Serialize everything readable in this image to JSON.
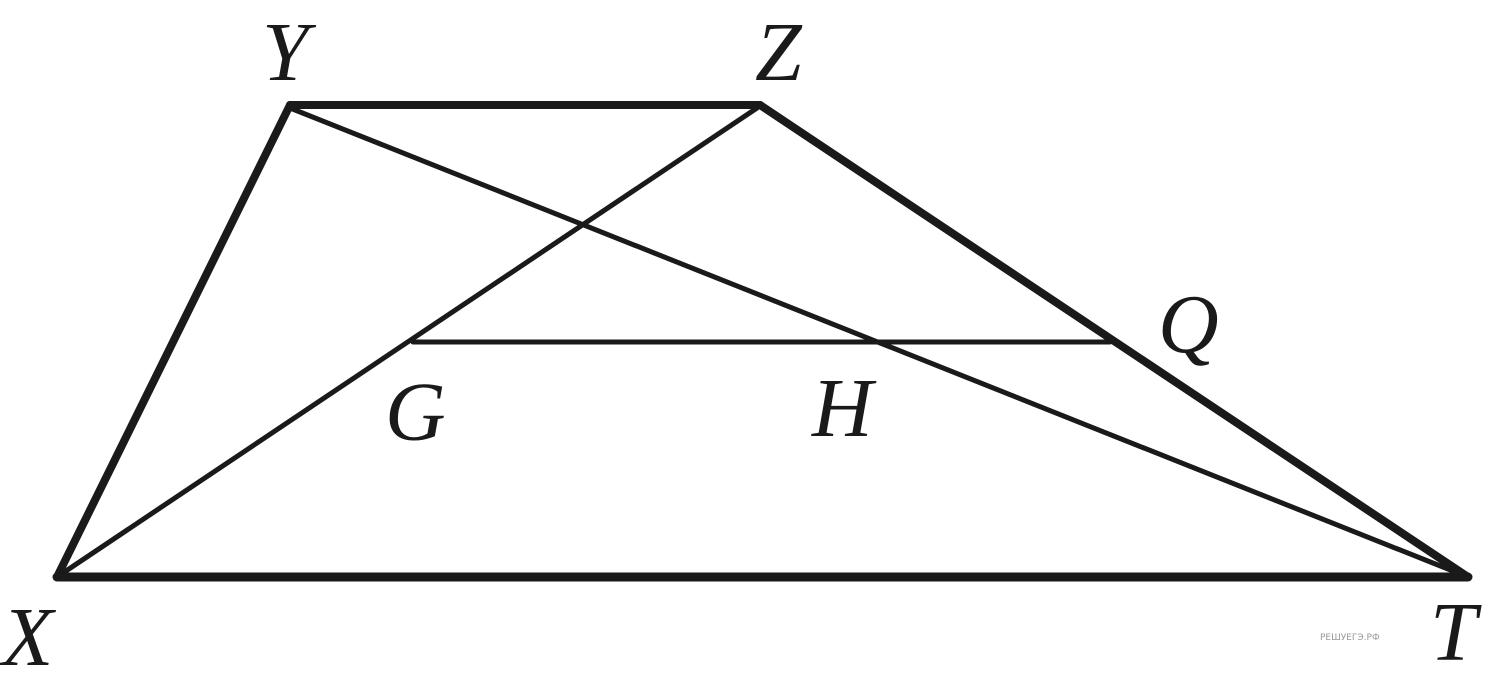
{
  "diagram": {
    "points": {
      "Y": "Y",
      "Z": "Z",
      "X": "X",
      "T": "T",
      "G": "G",
      "H": "H",
      "Q": "Q"
    },
    "watermark": "РЕШУЕГЭ.РФ",
    "line_color": "#1a1a1a"
  }
}
